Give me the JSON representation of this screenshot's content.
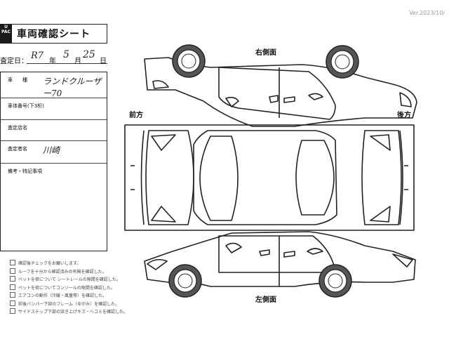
{
  "header": {
    "logo_text": "U PAC",
    "title": "車両確認シート",
    "version": "Ver.2023/10/"
  },
  "date": {
    "label": "査定日：",
    "era_value": "R7",
    "year_unit": "年",
    "month_value": "5",
    "month_unit": "月",
    "day_value": "25",
    "day_unit": "日"
  },
  "form": {
    "rows": [
      {
        "label": "車　　種",
        "value": "ランドクルーザー70"
      },
      {
        "label": "車体番号(下3桁)",
        "value": ""
      },
      {
        "label": "査定店名",
        "value": ""
      },
      {
        "label": "査定者名",
        "value": "川崎"
      },
      {
        "label": "備考・特記事項",
        "value": ""
      }
    ]
  },
  "diagram": {
    "right_side_label": "右側面",
    "left_side_label": "左側面",
    "front_label": "前方",
    "rear_label": "後方"
  },
  "notes": [
    "確認後チェックをお願いします。",
    "ルーフを十分から確認済みの有無を確認した。",
    "ペットを荷について シートレールの隙間を確認した。",
    "ペットを荷についてコンソールの隙間を確認した。",
    "エアコンの動作（冷暖・風量等）を確認した。",
    "前後バンパー下部のフレーム（ゆがみ）を確認した。",
    "サイドステップ下部の突き上げキズ・ヘコミを確認した。"
  ]
}
